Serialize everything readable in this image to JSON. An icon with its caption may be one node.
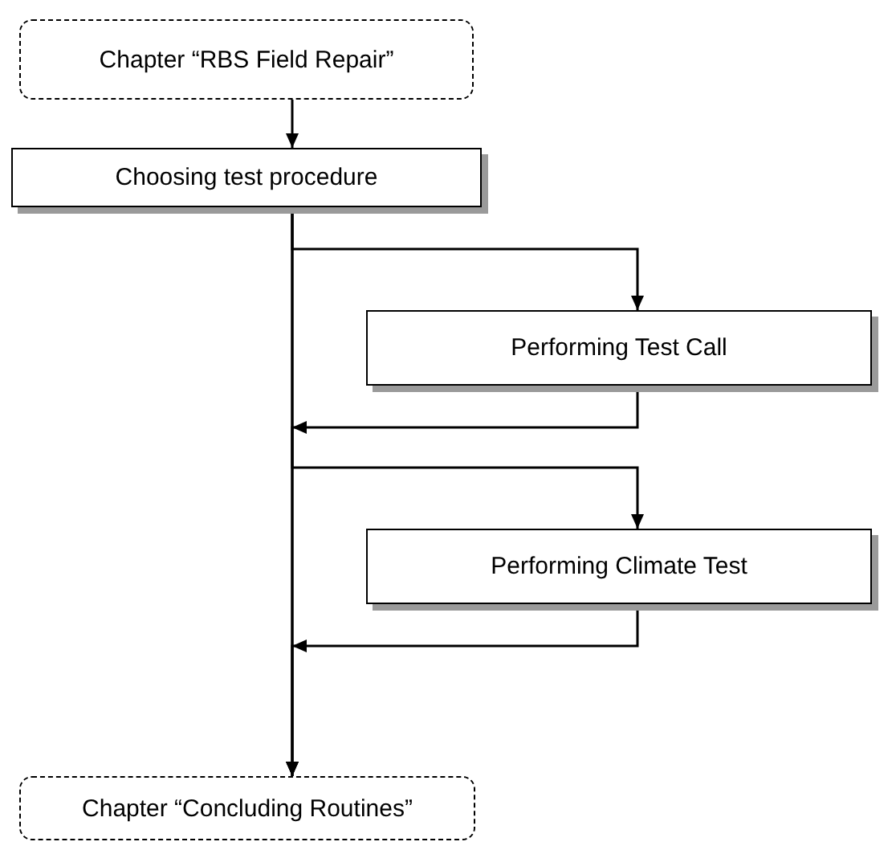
{
  "diagram": {
    "nodes": [
      {
        "text": [
          "Chapter “RBS Field Repair”"
        ]
      },
      {
        "text": [
          "Choosing test procedure"
        ]
      },
      {
        "text": [
          "Performing Test Call"
        ]
      },
      {
        "text": [
          "Performing Climate Test"
        ]
      },
      {
        "text": [
          "Chapter “Concluding Routines”"
        ]
      }
    ],
    "edges": [
      {
        "from": 0,
        "to": 1,
        "arrow": "to"
      },
      {
        "from": 1,
        "to": 4,
        "arrow": "to"
      },
      {
        "from": 1,
        "to": 2,
        "arrow": "to"
      },
      {
        "from": 2,
        "to": 4,
        "arrow": "to"
      },
      {
        "from": 1,
        "to": 3,
        "arrow": "to"
      },
      {
        "from": 3,
        "to": 4,
        "arrow": "to"
      }
    ]
  }
}
